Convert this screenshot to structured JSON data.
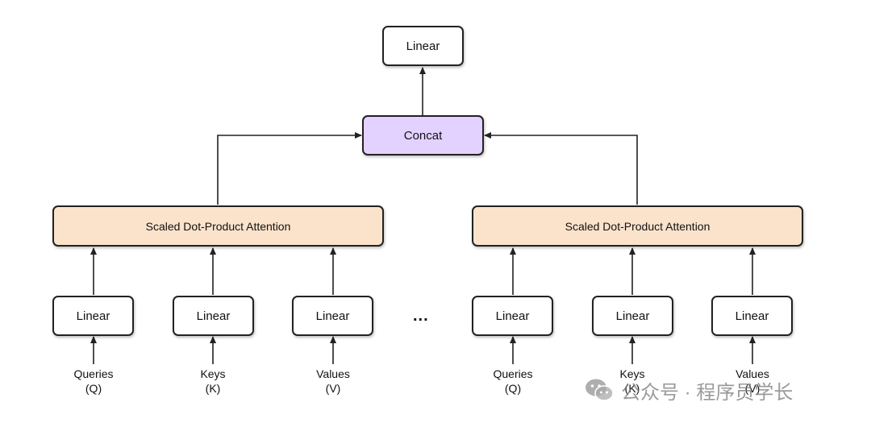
{
  "top_linear": "Linear",
  "concat": "Concat",
  "attention_left": "Scaled Dot-Product Attention",
  "attention_right": "Scaled Dot-Product Attention",
  "linear_label": "Linear",
  "ellipsis": "...",
  "inputs": {
    "queries": [
      "Queries",
      "(Q)"
    ],
    "keys": [
      "Keys",
      "(K)"
    ],
    "values": [
      "Values",
      "(V)"
    ]
  },
  "watermark": {
    "text": "公众号 · 程序员学长",
    "logo_icon": "wechat-icon"
  },
  "colors": {
    "concat_fill": "#e3d1ff",
    "attention_fill": "#fbe3cb",
    "stroke": "#222222"
  }
}
